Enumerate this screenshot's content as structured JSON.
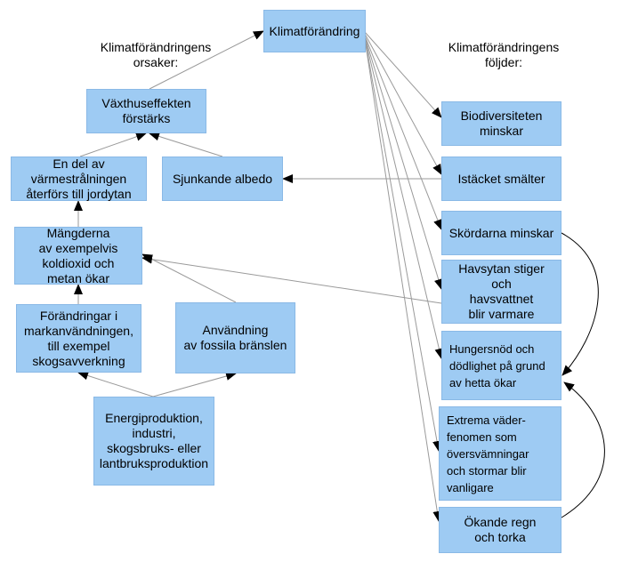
{
  "headings": {
    "causes": "Klimatförändringens\norsaker:",
    "consequences": "Klimatförändringens\nföljder:"
  },
  "nodes": {
    "climate_change": "Klimatförändring",
    "greenhouse": "Växthuseffekten\nförstärks",
    "heat_radiation": "En del av\nvärmestrålningen\nåterförs till jordytan",
    "albedo": "Sjunkande albedo",
    "amounts": "Mängderna\nav exempelvis\nkoldioxid och\nmetan ökar",
    "land_use": "Förändringar i\nmarkanvändningen,\ntill exempel\nskogsavverkning",
    "fossil": "Användning\nav fossila bränslen",
    "energy": "Energiproduktion,\nindustri,\nskogsbruks- eller\nlantbruksproduktion",
    "biodiversity": "Biodiversiteten\nminskar",
    "ice": "Istäcket smälter",
    "harvest": "Skördarna minskar",
    "sea": "Havsytan stiger\noch\nhavsvattnet\nblir varmare",
    "famine": "Hungersnöd och\ndödlighet på grund\nav hetta ökar",
    "extreme": "Extrema väder-\nfenomen som\növersvämningar\noch stormar blir\nvanligare",
    "rain": "Ökande regn\noch torka"
  },
  "colors": {
    "box_fill": "#9ecbf3",
    "box_border": "#8ab9e6",
    "arrow": "#000000",
    "line": "#999999"
  }
}
